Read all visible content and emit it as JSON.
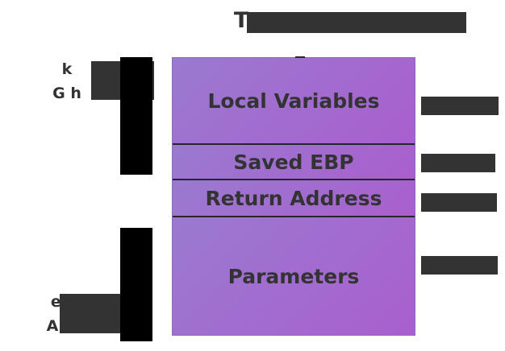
{
  "title": {
    "text": "T                                    e",
    "redacted": true
  },
  "left_labels": [
    {
      "id": "stack-growth",
      "line1": "       k",
      "line2": "G        h",
      "redacted": true
    },
    {
      "id": "higher-addresses",
      "line1": "          er",
      "line2": "A          s",
      "redacted": true
    }
  ],
  "arrows": [
    {
      "id": "arrow-up",
      "color": "#000000"
    },
    {
      "id": "arrow-down",
      "color": "#000000"
    }
  ],
  "stack_frame": {
    "border_color": "#8a6bb8",
    "divider_color": "#262626",
    "gradient_start": "#9a7ad0",
    "gradient_end": "#a95fce",
    "text_color": "#333333",
    "cells": [
      {
        "id": "local-variables",
        "label": "Local Variables"
      },
      {
        "id": "saved-ebp",
        "label": "Saved EBP"
      },
      {
        "id": "return-address",
        "label": "Return Address"
      },
      {
        "id": "parameters",
        "label": "Parameters"
      }
    ]
  },
  "right_labels": [
    {
      "id": "right-label-0",
      "text": "",
      "redacted": true
    },
    {
      "id": "right-label-1",
      "text": "",
      "redacted": true
    },
    {
      "id": "right-label-2",
      "text": "",
      "redacted": true
    },
    {
      "id": "right-label-3",
      "text": "",
      "redacted": true
    }
  ]
}
